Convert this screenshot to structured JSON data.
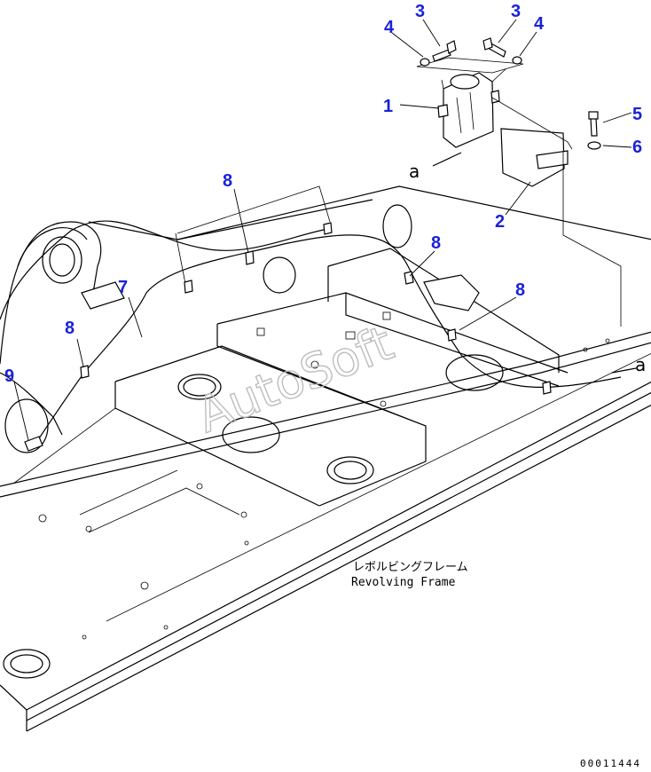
{
  "diagram": {
    "callouts": [
      {
        "id": "c1",
        "label": "1"
      },
      {
        "id": "c2",
        "label": "2"
      },
      {
        "id": "c3a",
        "label": "3"
      },
      {
        "id": "c3b",
        "label": "3"
      },
      {
        "id": "c4a",
        "label": "4"
      },
      {
        "id": "c4b",
        "label": "4"
      },
      {
        "id": "c5",
        "label": "5"
      },
      {
        "id": "c6",
        "label": "6"
      },
      {
        "id": "c7",
        "label": "7"
      },
      {
        "id": "c8a",
        "label": "8"
      },
      {
        "id": "c8b",
        "label": "8"
      },
      {
        "id": "c8c",
        "label": "8"
      },
      {
        "id": "c8d",
        "label": "8"
      },
      {
        "id": "c9",
        "label": "9"
      }
    ],
    "ref_marks": [
      "a",
      "a"
    ],
    "frame_label_jp": "レボルビングフレーム",
    "frame_label_en": "Revolving Frame",
    "watermark": "AutoSoft",
    "doc_number": "00011444",
    "callout_color": "#1a22d8"
  }
}
